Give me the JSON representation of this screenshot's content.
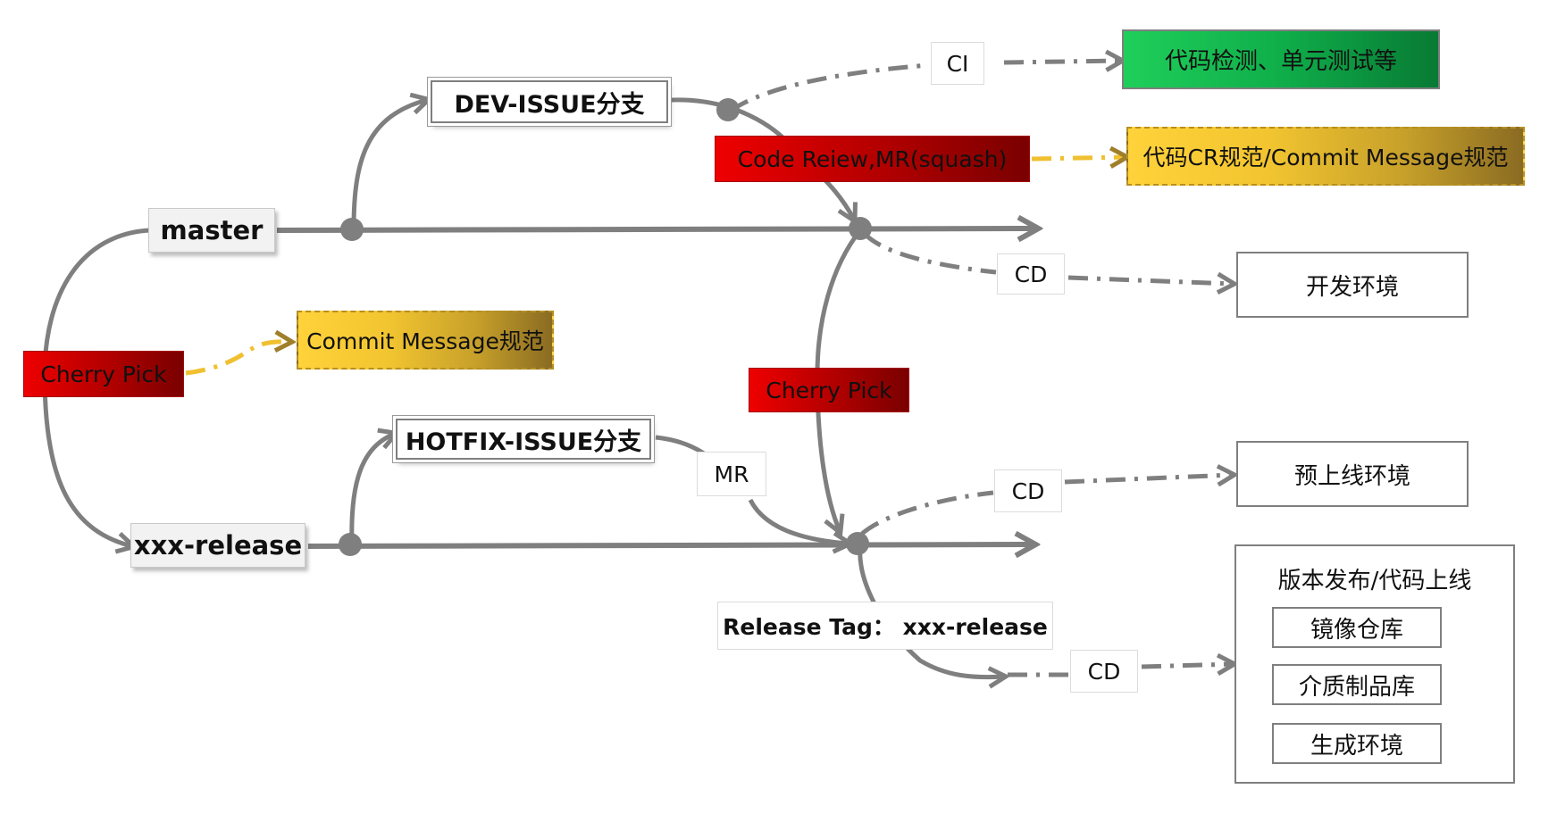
{
  "branches": {
    "master": "master",
    "release": "xxx-release",
    "dev_issue": "DEV-ISSUE分支",
    "hotfix_issue": "HOTFIX-ISSUE分支"
  },
  "steps": {
    "cherry_pick_left": "Cherry Pick",
    "cherry_pick_mid": "Cherry Pick",
    "code_review": "Code Reiew,MR(squash)"
  },
  "notes": {
    "commit_message": "Commit Message规范",
    "cr_commit_message": "代码CR规范/Commit Message规范",
    "ci_result": "代码检测、单元测试等"
  },
  "labels": {
    "ci": "CI",
    "cd_dev": "CD",
    "cd_pre": "CD",
    "cd_release": "CD",
    "mr": "MR",
    "release_tag": "Release Tag：  xxx-release"
  },
  "environments": {
    "dev": "开发环境",
    "pre": "预上线环境"
  },
  "release_panel": {
    "title": "版本发布/代码上线",
    "items": [
      "镜像仓库",
      "介质制品库",
      "生成环境"
    ]
  },
  "colors": {
    "line": "#7f7f7f",
    "gold_dash": "#f0c030",
    "gold_dark": "#a07f2a"
  }
}
